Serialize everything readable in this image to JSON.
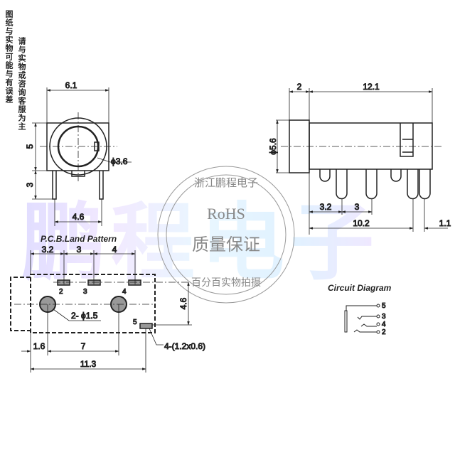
{
  "notes": {
    "left": "图纸与实物可能与有误差",
    "right": "请与实物或咨询客服为主"
  },
  "watermark": "鹏程电子",
  "stamp": {
    "top": "浙江鹏程电子",
    "center1": "RoHS",
    "center2": "质量保证",
    "bottom": "百分百实物拍摄"
  },
  "front_view": {
    "width": "6.1",
    "height": "5",
    "pin_len": "3",
    "pin_pitch": "4.6",
    "diameter": "ϕ3.6"
  },
  "side_view": {
    "head": "2",
    "body": "12.1",
    "diameter": "ϕ5.6",
    "pin1": "3.2",
    "pin2": "3",
    "total": "10.2",
    "end": "1.1"
  },
  "pcb": {
    "title": "P.C.B.Land Pattern",
    "d1": "3.2",
    "d2": "3",
    "d3": "4",
    "pads": [
      "2",
      "3",
      "4",
      "5"
    ],
    "hole": "2- ϕ1.5",
    "pad_size": "4-(1.2x0.6)",
    "v": "4.6",
    "left": "1.6",
    "mid": "7",
    "total": "11.3"
  },
  "circuit": {
    "title": "Circuit Diagram",
    "pins": [
      "5",
      "3",
      "4",
      "2"
    ]
  }
}
